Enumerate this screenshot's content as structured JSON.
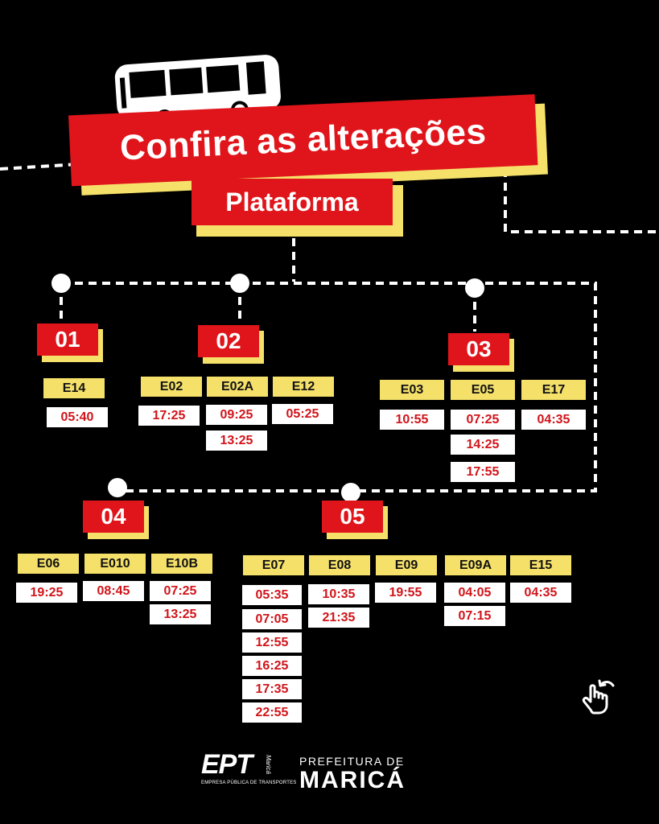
{
  "header": {
    "title": "Confira as alterações",
    "subtitle": "Plataforma"
  },
  "platforms": [
    {
      "label": "01",
      "lines": [
        {
          "code": "E14",
          "times": [
            "05:40"
          ]
        }
      ]
    },
    {
      "label": "02",
      "lines": [
        {
          "code": "E02",
          "times": [
            "17:25"
          ]
        },
        {
          "code": "E02A",
          "times": [
            "09:25",
            "13:25"
          ]
        },
        {
          "code": "E12",
          "times": [
            "05:25"
          ]
        }
      ]
    },
    {
      "label": "03",
      "lines": [
        {
          "code": "E03",
          "times": [
            "10:55"
          ]
        },
        {
          "code": "E05",
          "times": [
            "07:25",
            "14:25",
            "17:55"
          ]
        },
        {
          "code": "E17",
          "times": [
            "04:35"
          ]
        }
      ]
    },
    {
      "label": "04",
      "lines": [
        {
          "code": "E06",
          "times": [
            "19:25"
          ]
        },
        {
          "code": "E010",
          "times": [
            "08:45"
          ]
        },
        {
          "code": "E10B",
          "times": [
            "07:25",
            "13:25"
          ]
        }
      ]
    },
    {
      "label": "05",
      "lines": [
        {
          "code": "E07",
          "times": [
            "05:35",
            "07:05",
            "12:55",
            "16:25",
            "17:35",
            "22:55"
          ]
        },
        {
          "code": "E08",
          "times": [
            "10:35",
            "21:35"
          ]
        },
        {
          "code": "E09",
          "times": [
            "19:55"
          ]
        },
        {
          "code": "E09A",
          "times": [
            "04:05",
            "07:15"
          ]
        },
        {
          "code": "E15",
          "times": [
            "04:35"
          ]
        }
      ]
    }
  ],
  "footer": {
    "ept_logo": "EPT",
    "ept_tagline": "EMPRESA PÚBLICA DE TRANSPORTES",
    "ept_side": "Maricá",
    "prefeitura_top": "PREFEITURA DE",
    "prefeitura_main": "MARICÁ"
  },
  "icons": {
    "bus": "bus-icon",
    "swipe": "swipe-hand-icon"
  },
  "colors": {
    "background": "#000000",
    "red": "#e0151b",
    "yellow": "#f5e16a",
    "white": "#ffffff"
  }
}
